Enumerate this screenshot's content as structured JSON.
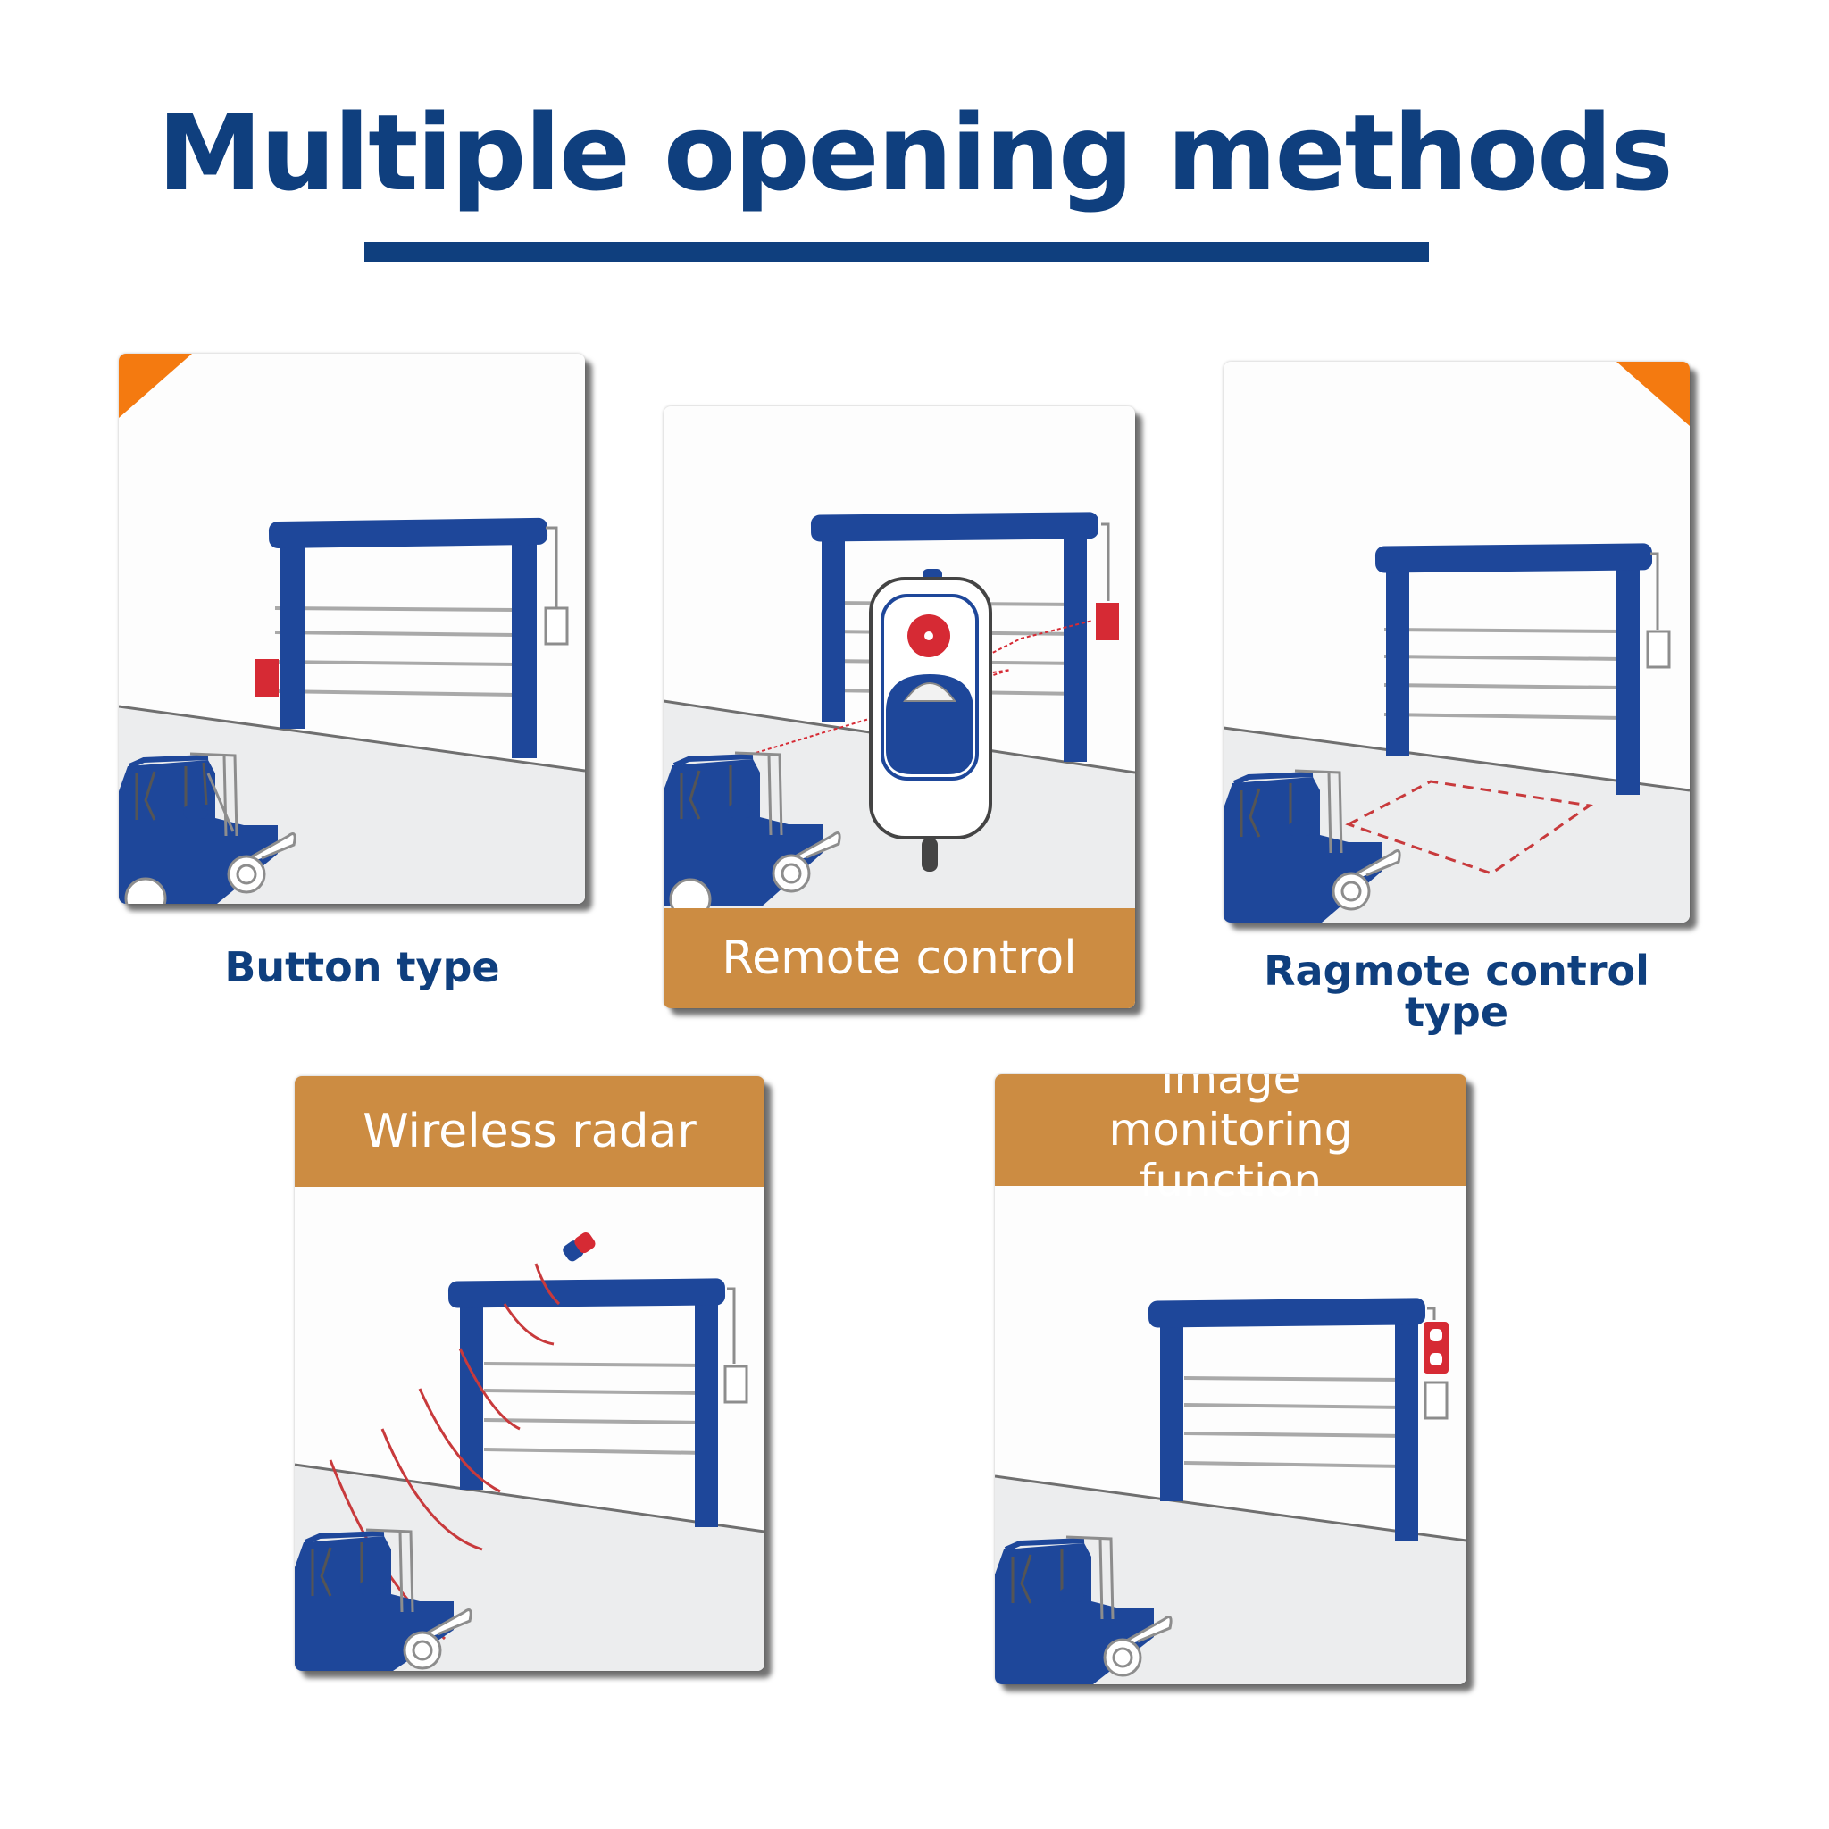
{
  "title": "Multiple opening methods",
  "colors": {
    "title_blue": "#0f3f7e",
    "door_blue": "#1e479a",
    "band_orange": "#cc8c42",
    "corner_orange": "#f47a10",
    "signal_red": "#d62a34"
  },
  "methods": [
    {
      "label": "Button type",
      "icon": "push-button-box-icon"
    },
    {
      "label": "Remote control",
      "icon": "handheld-remote-icon"
    },
    {
      "label": "Ragmote control type",
      "icon": "ground-loop-icon"
    },
    {
      "label": "Wireless radar",
      "icon": "radar-sensor-icon"
    },
    {
      "label": "Image monitoring function",
      "icon": "camera-monitor-icon"
    }
  ]
}
